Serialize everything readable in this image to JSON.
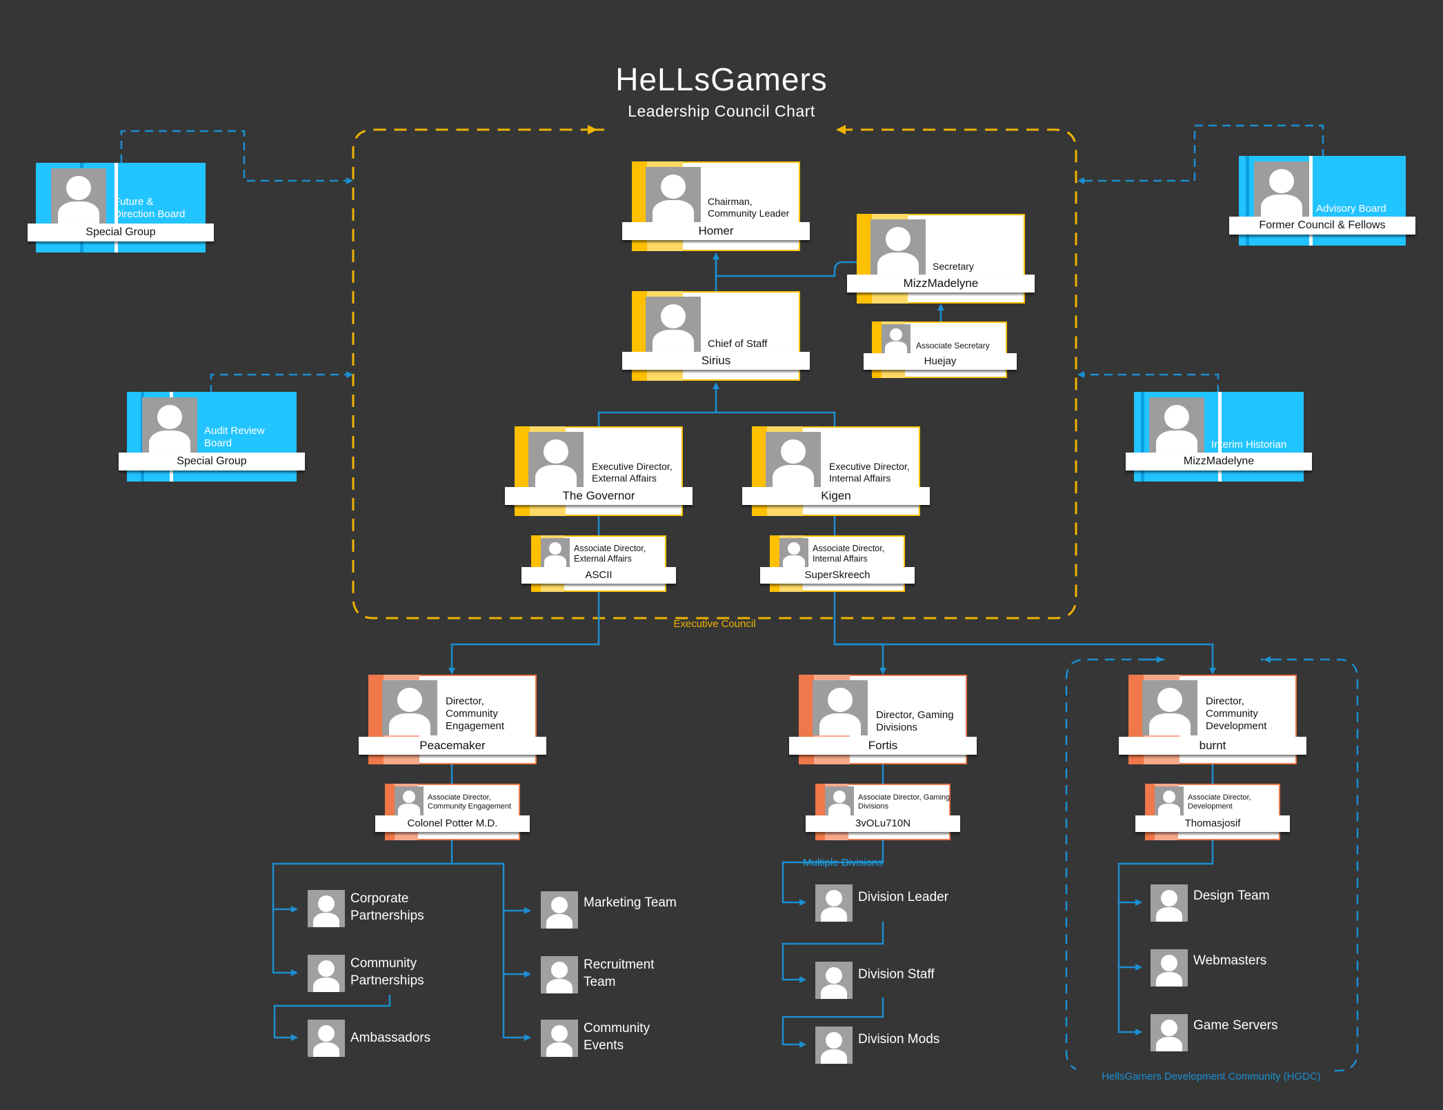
{
  "header": {
    "title": "HeLLsGamers",
    "subtitle": "Leadership Council Chart"
  },
  "groups": {
    "executive_council": "Executive Council",
    "hgdc": "HellsGamers Development Community (HGDC)"
  },
  "flow_labels": {
    "multiple_divisions": "Multiple Divisions"
  },
  "colors": {
    "background": "#363636",
    "executive_gold": "#ffc000",
    "director_orange": "#f0784a",
    "board_blue": "#22c4ff",
    "connector_blue": "#1b8fd2",
    "group_border": "#f0b400"
  },
  "cards": {
    "future_board": {
      "role": "Future & Direction Board",
      "name": "Special Group"
    },
    "audit_board": {
      "role": "Audit Review Board",
      "name": "Special Group"
    },
    "advisory_board": {
      "role": "Advisory Board",
      "name": "Former Council & Fellows"
    },
    "interim_historian": {
      "role": "Interim Historian",
      "name": "MizzMadelyne"
    },
    "chairman": {
      "role": "Chairman, Community Leader",
      "name": "Homer"
    },
    "secretary": {
      "role": "Secretary",
      "name": "MizzMadelyne"
    },
    "chief_of_staff": {
      "role": "Chief of Staff",
      "name": "Sirius"
    },
    "assoc_secretary": {
      "role": "Associate Secretary",
      "name": "Huejay"
    },
    "exec_external": {
      "role": "Executive Director, External Affairs",
      "name": "The Governor"
    },
    "exec_internal": {
      "role": "Executive Director, Internal Affairs",
      "name": "Kigen"
    },
    "assoc_external": {
      "role": "Associate Director, External Affairs",
      "name": "ASCII"
    },
    "assoc_internal": {
      "role": "Associate Director, Internal Affairs",
      "name": "SuperSkreech"
    },
    "dir_engagement": {
      "role": "Director, Community Engagement",
      "name": "Peacemaker"
    },
    "dir_gaming": {
      "role": "Director, Gaming Divisions",
      "name": "Fortis"
    },
    "dir_development": {
      "role": "Director, Community Development",
      "name": "burnt"
    },
    "assoc_engagement": {
      "role": "Associate Director, Community Engagement",
      "name": "Colonel Potter M.D."
    },
    "assoc_gaming": {
      "role": "Associate Director, Gaming Divisions",
      "name": "3vOLu710N"
    },
    "assoc_development": {
      "role": "Associate Director, Development",
      "name": "Thomasjosif"
    }
  },
  "teams": {
    "corporate_partnerships": "Corporate Partnerships",
    "community_partnerships": "Community Partnerships",
    "ambassadors": "Ambassadors",
    "marketing_team": "Marketing Team",
    "recruitment_team": "Recruitment Team",
    "community_events": "Community Events",
    "division_leader": "Division Leader",
    "division_staff": "Division Staff",
    "division_mods": "Division Mods",
    "design_team": "Design Team",
    "webmasters": "Webmasters",
    "game_servers": "Game Servers"
  }
}
